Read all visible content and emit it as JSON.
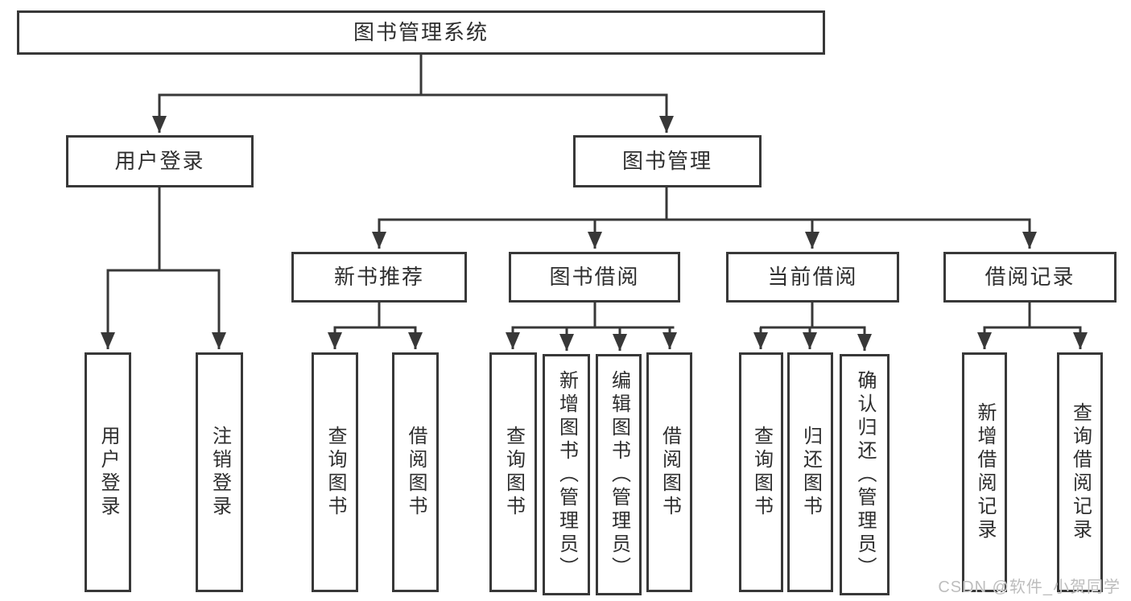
{
  "diagram_type": "hierarchy-tree",
  "colors": {
    "line": "#383838",
    "box_border": "#383838",
    "text": "#2e2e2e",
    "background": "#ffffff",
    "watermark": "#bdbdbd"
  },
  "tree": {
    "root": {
      "label": "图书管理系统",
      "children": [
        {
          "label": "用户登录",
          "children": [
            {
              "label": "用户登录"
            },
            {
              "label": "注销登录"
            }
          ]
        },
        {
          "label": "图书管理",
          "children": [
            {
              "label": "新书推荐",
              "children": [
                {
                  "label": "查询图书"
                },
                {
                  "label": "借阅图书"
                }
              ]
            },
            {
              "label": "图书借阅",
              "children": [
                {
                  "label": "查询图书"
                },
                {
                  "label": "新增图书（管理员）"
                },
                {
                  "label": "编辑图书（管理员）"
                },
                {
                  "label": "借阅图书"
                }
              ]
            },
            {
              "label": "当前借阅",
              "children": [
                {
                  "label": "查询图书"
                },
                {
                  "label": "归还图书"
                },
                {
                  "label": "确认归还（管理员）"
                }
              ]
            },
            {
              "label": "借阅记录",
              "children": [
                {
                  "label": "新增借阅记录"
                },
                {
                  "label": "查询借阅记录"
                }
              ]
            }
          ]
        }
      ]
    }
  },
  "watermark": {
    "text": "CSDN @软件_小贺同学"
  }
}
